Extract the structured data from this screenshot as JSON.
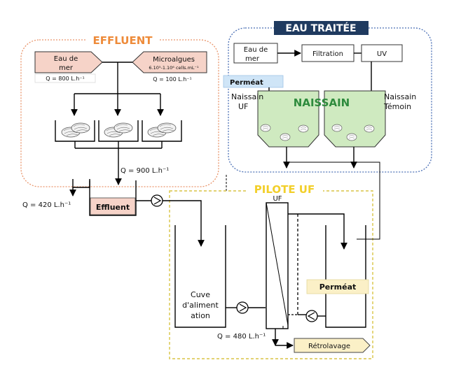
{
  "sections": {
    "effluent": "EFFLUENT",
    "eau_traitee": "EAU TRAITÉE",
    "pilote_uf": "PILOTE UF"
  },
  "effluent_section": {
    "eau_de_mer_line1": "Eau de",
    "eau_de_mer_line2": "mer",
    "eau_de_mer_flow": "Q = 800 L.h⁻¹",
    "microalgues_label": "Microalgues",
    "microalgues_conc": "6.10⁵-1.10⁶ cells.mL⁻¹",
    "microalgues_flow": "Q = 100 L.h⁻¹",
    "combined_flow": "Q = 900 L.h⁻¹"
  },
  "eau_traitee_section": {
    "eau_de_mer_line1": "Eau de",
    "eau_de_mer_line2": "mer",
    "filtration": "Filtration",
    "uv": "UV",
    "permeat": "Perméat",
    "naissain": "NAISSAIN",
    "naissain_uf_line1": "Naissain",
    "naissain_uf_line2": "UF",
    "naissain_temoin_line1": "Naissain",
    "naissain_temoin_line2": "Témoin"
  },
  "pilote_section": {
    "effluent_tank": "Effluent",
    "overflow_flow": "Q = 420 L.h⁻¹",
    "uf_label": "UF",
    "cuve_line1": "Cuve",
    "cuve_line2": "d'aliment",
    "cuve_line3": "ation",
    "feed_flow": "Q = 480 L.h⁻¹",
    "permeat": "Perméat",
    "retrolavage": "Rétrolavage"
  },
  "colors": {
    "effluent_title": "#ee8b3a",
    "effluent_border": "#e9956b",
    "eau_traitee_title_bg": "#1f3a5f",
    "eau_traitee_border": "#4a6fb5",
    "pilote_title": "#f2cf2a",
    "pilote_border": "#d9c445",
    "source_box_fill": "#f6d3c8",
    "permeat_label_fill": "#cfe5f7",
    "naissain_fill": "#cfeac0",
    "naissain_text": "#2e8b3d",
    "permeat_tag_fill": "#fbf0c7",
    "retrolavage_fill": "#fbf0c7"
  }
}
